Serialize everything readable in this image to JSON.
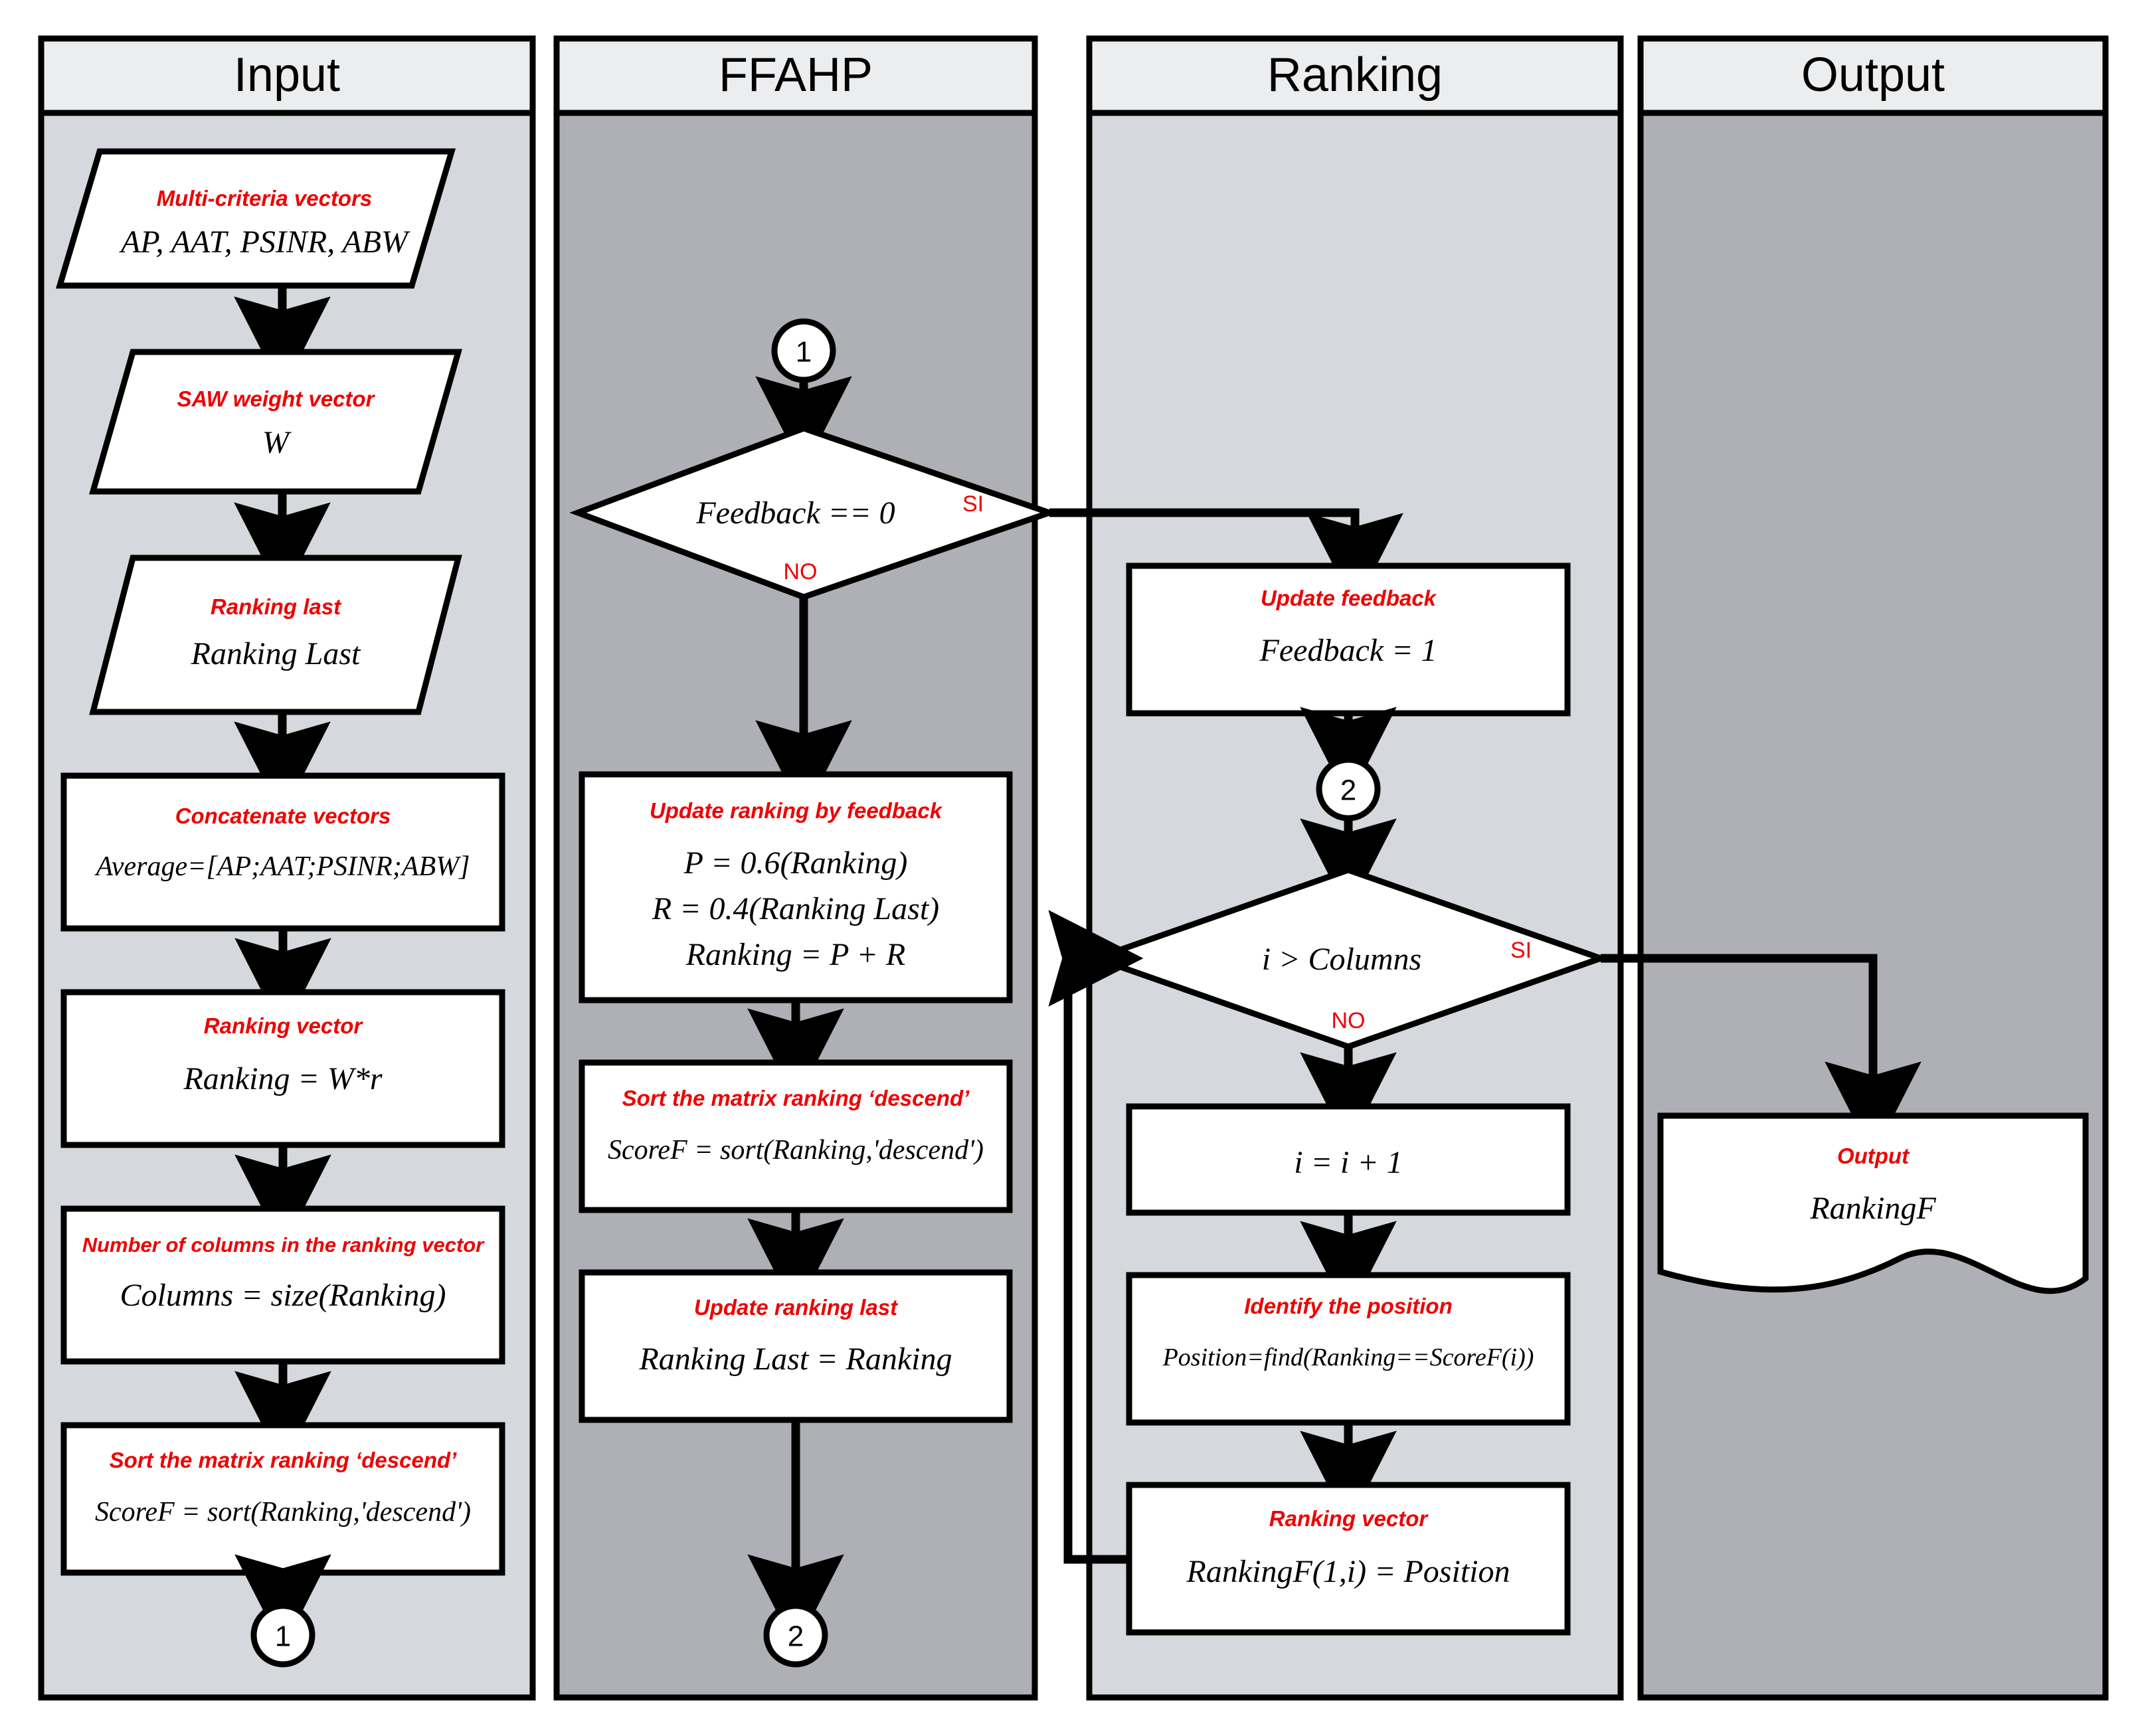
{
  "diagram": {
    "title": "FFAHP Ranking Flowchart",
    "colors": {
      "lane_header_fill": "#ECEDEF",
      "lane_body_light": "#D5D8DC",
      "lane_body_dark": "#AFB0B5",
      "shape_fill": "#FFFFFF",
      "stroke": "#000000",
      "red_label": "#EE0000"
    },
    "lanes": [
      {
        "id": "input",
        "title": "Input",
        "body_shade": "light"
      },
      {
        "id": "ffahp",
        "title": "FFAHP",
        "body_shade": "dark"
      },
      {
        "id": "ranking",
        "title": "Ranking",
        "body_shade": "light"
      },
      {
        "id": "output",
        "title": "Output",
        "body_shade": "dark"
      }
    ],
    "nodes": {
      "input": [
        {
          "id": "multi-criteria-vectors",
          "shape": "parallelogram",
          "caption": "Multi-criteria vectors",
          "body": "AP, AAT, PSINR, ABW"
        },
        {
          "id": "saw-weight-vector",
          "shape": "parallelogram",
          "caption": "SAW weight vector",
          "body": "W"
        },
        {
          "id": "ranking-last-input",
          "shape": "parallelogram",
          "caption": "Ranking last",
          "body": "Ranking Last"
        },
        {
          "id": "concatenate-vectors",
          "shape": "process",
          "caption": "Concatenate vectors",
          "body": "Average=[AP;AAT;PSINR;ABW]"
        },
        {
          "id": "ranking-vector",
          "shape": "process",
          "caption": "Ranking vector",
          "body": "Ranking = W*r"
        },
        {
          "id": "number-of-columns",
          "shape": "process",
          "caption": "Number of columns in the ranking vector",
          "body": "Columns = size(Ranking)"
        },
        {
          "id": "sort-matrix-input",
          "shape": "process",
          "caption": "Sort the matrix ranking ‘descend’",
          "body": "ScoreF = sort(Ranking,'descend')"
        },
        {
          "id": "connector-1-out",
          "shape": "connector",
          "caption": "",
          "body": "1"
        }
      ],
      "ffahp": [
        {
          "id": "connector-1-in",
          "shape": "connector",
          "caption": "",
          "body": "1"
        },
        {
          "id": "feedback-decision",
          "shape": "decision",
          "caption": "",
          "body": "Feedback == 0",
          "yes_label": "SI",
          "no_label": "NO"
        },
        {
          "id": "update-ranking-by-feedback",
          "shape": "process",
          "caption": "Update ranking by feedback",
          "body_lines": [
            "P = 0.6(Ranking)",
            "R = 0.4(Ranking Last)",
            "Ranking = P + R"
          ]
        },
        {
          "id": "sort-matrix-ffahp",
          "shape": "process",
          "caption": "Sort the matrix ranking ‘descend’",
          "body": "ScoreF = sort(Ranking,'descend')"
        },
        {
          "id": "update-ranking-last",
          "shape": "process",
          "caption": "Update ranking last",
          "body": "Ranking Last = Ranking"
        },
        {
          "id": "connector-2-out",
          "shape": "connector",
          "caption": "",
          "body": "2"
        }
      ],
      "ranking": [
        {
          "id": "update-feedback",
          "shape": "process",
          "caption": "Update feedback",
          "body": "Feedback = 1"
        },
        {
          "id": "connector-2-in",
          "shape": "connector",
          "caption": "",
          "body": "2"
        },
        {
          "id": "columns-decision",
          "shape": "decision",
          "caption": "",
          "body": "i  >  Columns",
          "yes_label": "SI",
          "no_label": "NO"
        },
        {
          "id": "increment-i",
          "shape": "process",
          "caption": "",
          "body": "i  = i + 1"
        },
        {
          "id": "identify-position",
          "shape": "process",
          "caption": "Identify the position",
          "body": "Position=find(Ranking==ScoreF(i))"
        },
        {
          "id": "ranking-vector-f",
          "shape": "process",
          "caption": "Ranking vector",
          "body": "RankingF(1,i) = Position"
        }
      ],
      "output": [
        {
          "id": "output-document",
          "shape": "document",
          "caption": "Output",
          "body": "RankingF"
        }
      ]
    }
  }
}
